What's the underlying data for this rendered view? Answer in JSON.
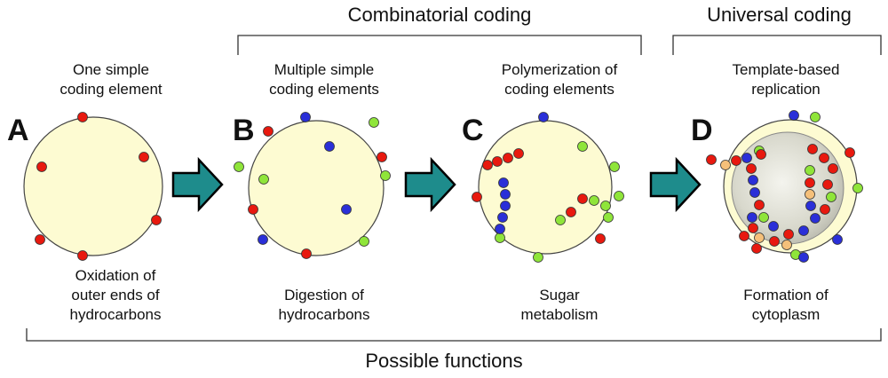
{
  "headers": {
    "combinatorial": "Combinatorial coding",
    "universal": "Universal coding",
    "functions": "Possible functions"
  },
  "panels": [
    {
      "letter": "A",
      "top_label": [
        "One simple",
        "coding element"
      ],
      "bottom_label": [
        "Oxidation of",
        "outer ends of",
        "hydrocarbons"
      ]
    },
    {
      "letter": "B",
      "top_label": [
        "Multiple simple",
        "coding elements"
      ],
      "bottom_label": [
        "Digestion of",
        "hydrocarbons"
      ]
    },
    {
      "letter": "C",
      "top_label": [
        "Polymerization of",
        "coding elements"
      ],
      "bottom_label": [
        "Sugar",
        "metabolism"
      ]
    },
    {
      "letter": "D",
      "top_label": [
        "Template-based",
        "replication"
      ],
      "bottom_label": [
        "Formation of",
        "cytoplasm"
      ]
    }
  ],
  "colors": {
    "cell_fill": "#fdfbd2",
    "red": "#e8190f",
    "green": "#8fe53a",
    "blue": "#2a2fd8",
    "tan": "#f5c07a",
    "arrow": "#1e8c8c"
  }
}
